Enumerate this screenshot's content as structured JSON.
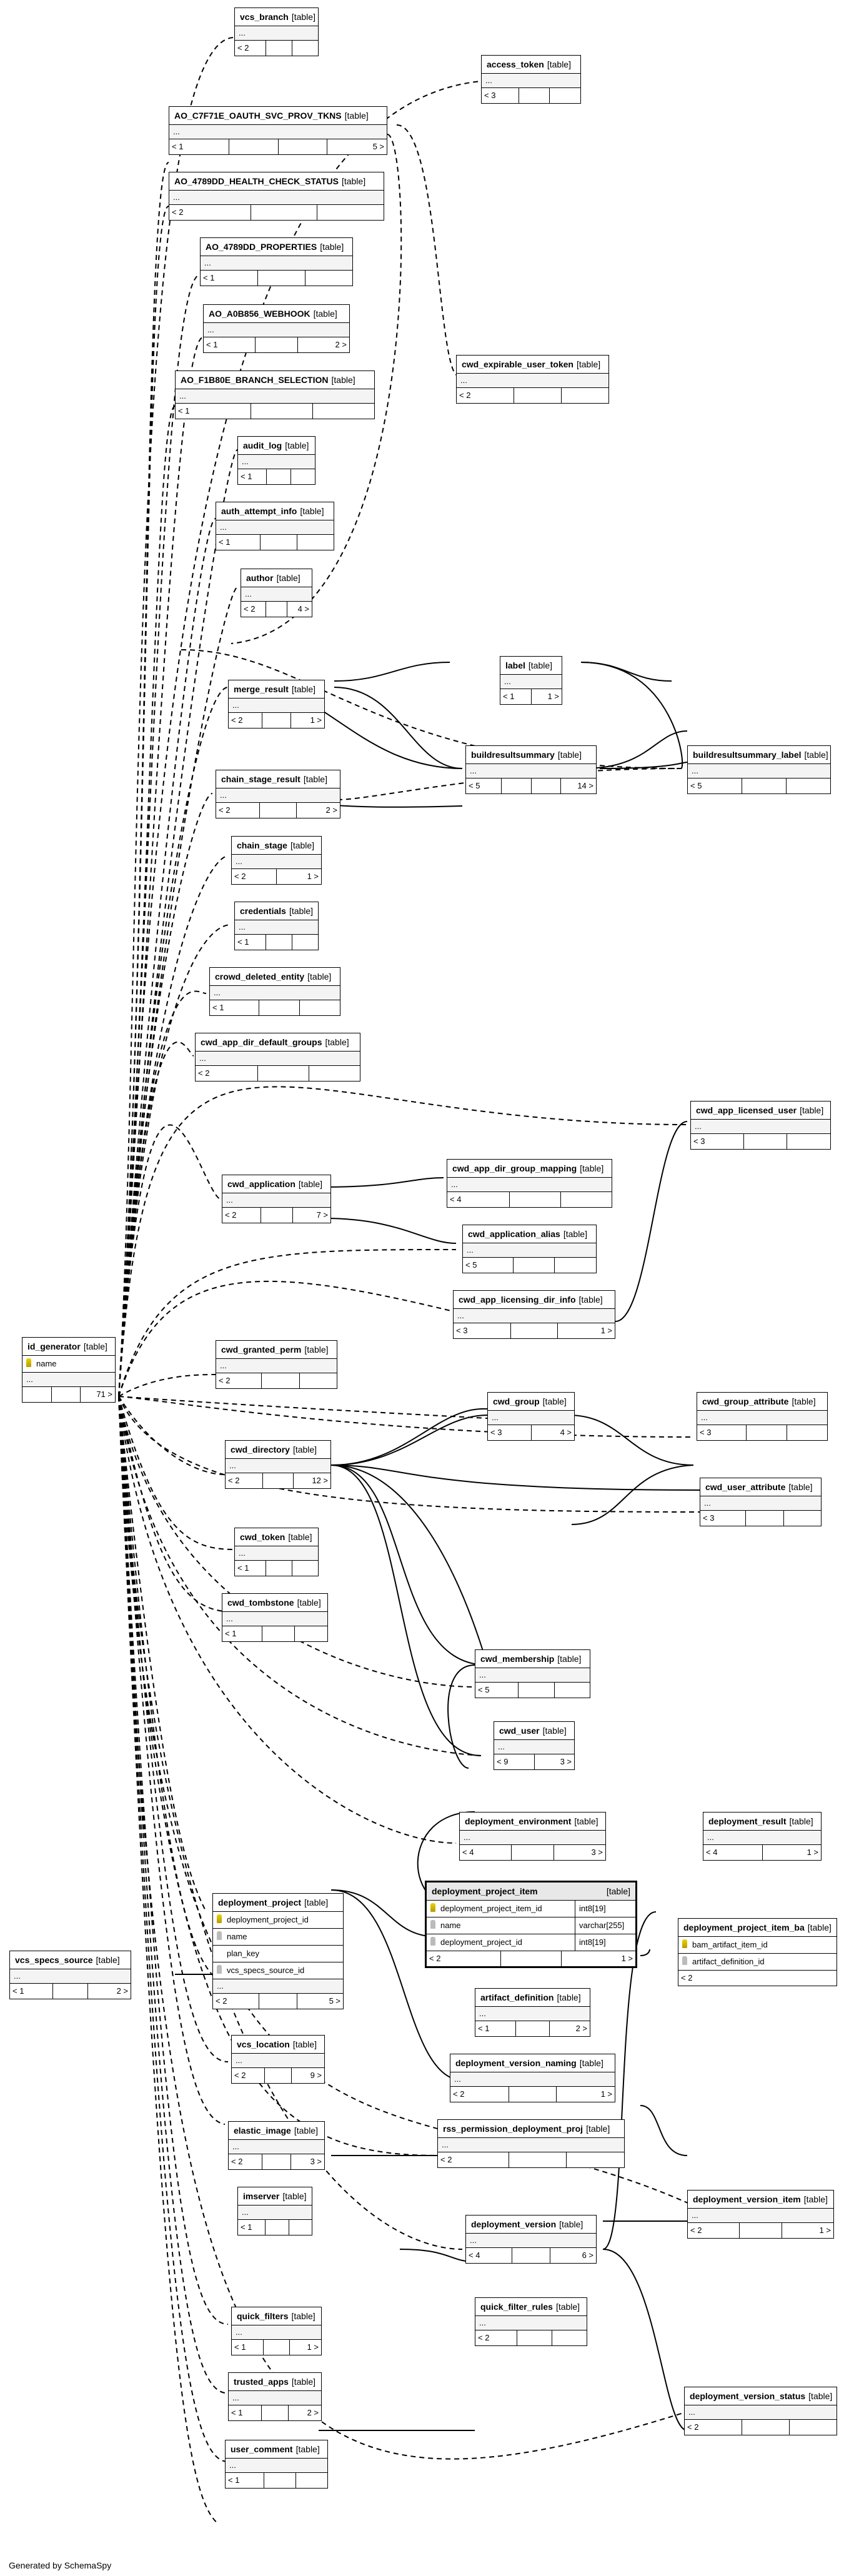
{
  "footer": "Generated by SchemaSpy",
  "kind_label": "[table]",
  "tables": [
    {
      "id": "vcs_branch",
      "name": "vcs_branch",
      "body": "...",
      "foot": [
        "< 2",
        "",
        ""
      ]
    },
    {
      "id": "access_token",
      "name": "access_token",
      "body": "...",
      "foot": [
        "< 3",
        "",
        ""
      ]
    },
    {
      "id": "ao_oauth",
      "name": "AO_C7F71E_OAUTH_SVC_PROV_TKNS",
      "body": "...",
      "foot": [
        "< 1",
        "",
        "",
        "5 >"
      ]
    },
    {
      "id": "ao_health",
      "name": "AO_4789DD_HEALTH_CHECK_STATUS",
      "body": "...",
      "foot": [
        "< 2",
        "",
        ""
      ]
    },
    {
      "id": "ao_props",
      "name": "AO_4789DD_PROPERTIES",
      "body": "...",
      "foot": [
        "< 1",
        "",
        ""
      ]
    },
    {
      "id": "ao_webhook",
      "name": "AO_A0B856_WEBHOOK",
      "body": "...",
      "foot": [
        "< 1",
        "",
        "2 >"
      ]
    },
    {
      "id": "ao_branch",
      "name": "AO_F1B80E_BRANCH_SELECTION",
      "body": "...",
      "foot": [
        "< 1",
        "",
        ""
      ]
    },
    {
      "id": "cwd_exp_token",
      "name": "cwd_expirable_user_token",
      "body": "...",
      "foot": [
        "< 2",
        "",
        ""
      ]
    },
    {
      "id": "audit_log",
      "name": "audit_log",
      "body": "...",
      "foot": [
        "< 1",
        "",
        ""
      ]
    },
    {
      "id": "auth_attempt",
      "name": "auth_attempt_info",
      "body": "...",
      "foot": [
        "< 1",
        "",
        ""
      ]
    },
    {
      "id": "author",
      "name": "author",
      "body": "...",
      "foot": [
        "< 2",
        "",
        "4 >"
      ]
    },
    {
      "id": "label",
      "name": "label",
      "body": "...",
      "foot": [
        "< 1",
        "1 >"
      ]
    },
    {
      "id": "merge_result",
      "name": "merge_result",
      "body": "...",
      "foot": [
        "< 2",
        "",
        "1 >"
      ]
    },
    {
      "id": "buildresultsummary",
      "name": "buildresultsummary",
      "body": "...",
      "foot": [
        "< 5",
        "",
        "",
        "14 >"
      ]
    },
    {
      "id": "brs_label",
      "name": "buildresultsummary_label",
      "body": "...",
      "foot": [
        "< 5",
        "",
        ""
      ]
    },
    {
      "id": "chain_stage_result",
      "name": "chain_stage_result",
      "body": "...",
      "foot": [
        "< 2",
        "",
        "2 >"
      ]
    },
    {
      "id": "chain_stage",
      "name": "chain_stage",
      "body": "...",
      "foot": [
        "< 2",
        "1 >"
      ]
    },
    {
      "id": "credentials",
      "name": "credentials",
      "body": "...",
      "foot": [
        "< 1",
        "",
        ""
      ]
    },
    {
      "id": "crowd_deleted",
      "name": "crowd_deleted_entity",
      "body": "...",
      "foot": [
        "< 1",
        "",
        ""
      ]
    },
    {
      "id": "cwd_app_dir_def",
      "name": "cwd_app_dir_default_groups",
      "body": "...",
      "foot": [
        "< 2",
        "",
        ""
      ]
    },
    {
      "id": "cwd_app_lic_user",
      "name": "cwd_app_licensed_user",
      "body": "...",
      "foot": [
        "< 3",
        "",
        ""
      ]
    },
    {
      "id": "cwd_app_dir_grp",
      "name": "cwd_app_dir_group_mapping",
      "body": "...",
      "foot": [
        "< 4",
        "",
        ""
      ]
    },
    {
      "id": "cwd_application",
      "name": "cwd_application",
      "body": "...",
      "foot": [
        "< 2",
        "",
        "7 >"
      ]
    },
    {
      "id": "cwd_app_alias",
      "name": "cwd_application_alias",
      "body": "...",
      "foot": [
        "< 5",
        "",
        ""
      ]
    },
    {
      "id": "cwd_app_lic_dir",
      "name": "cwd_app_licensing_dir_info",
      "body": "...",
      "foot": [
        "< 3",
        "",
        "1 >"
      ]
    },
    {
      "id": "cwd_granted_perm",
      "name": "cwd_granted_perm",
      "body": "...",
      "foot": [
        "< 2",
        "",
        ""
      ]
    },
    {
      "id": "cwd_group",
      "name": "cwd_group",
      "body": "...",
      "foot": [
        "< 3",
        "4 >"
      ]
    },
    {
      "id": "cwd_group_attr",
      "name": "cwd_group_attribute",
      "body": "...",
      "foot": [
        "< 3",
        "",
        ""
      ]
    },
    {
      "id": "cwd_directory",
      "name": "cwd_directory",
      "body": "...",
      "foot": [
        "< 2",
        "",
        "12 >"
      ]
    },
    {
      "id": "cwd_user_attr",
      "name": "cwd_user_attribute",
      "body": "...",
      "foot": [
        "< 3",
        "",
        ""
      ]
    },
    {
      "id": "cwd_token",
      "name": "cwd_token",
      "body": "...",
      "foot": [
        "< 1",
        "",
        ""
      ]
    },
    {
      "id": "cwd_tombstone",
      "name": "cwd_tombstone",
      "body": "...",
      "foot": [
        "< 1",
        "",
        ""
      ]
    },
    {
      "id": "cwd_membership",
      "name": "cwd_membership",
      "body": "...",
      "foot": [
        "< 5",
        "",
        ""
      ]
    },
    {
      "id": "cwd_user",
      "name": "cwd_user",
      "body": "...",
      "foot": [
        "< 9",
        "3 >"
      ]
    },
    {
      "id": "deploy_env",
      "name": "deployment_environment",
      "body": "...",
      "foot": [
        "< 4",
        "",
        "3 >"
      ]
    },
    {
      "id": "deploy_result",
      "name": "deployment_result",
      "body": "...",
      "foot": [
        "< 4",
        "1 >"
      ]
    },
    {
      "id": "artifact_def",
      "name": "artifact_definition",
      "body": "...",
      "foot": [
        "< 1",
        "",
        "2 >"
      ]
    },
    {
      "id": "vcs_location",
      "name": "vcs_location",
      "body": "...",
      "foot": [
        "< 2",
        "",
        "9 >"
      ]
    },
    {
      "id": "deploy_ver_naming",
      "name": "deployment_version_naming",
      "body": "...",
      "foot": [
        "< 2",
        "",
        "1 >"
      ]
    },
    {
      "id": "rss_perm",
      "name": "rss_permission_deployment_proj",
      "body": "...",
      "foot": [
        "< 2",
        "",
        ""
      ]
    },
    {
      "id": "elastic_image",
      "name": "elastic_image",
      "body": "...",
      "foot": [
        "< 2",
        "",
        "3 >"
      ]
    },
    {
      "id": "imserver",
      "name": "imserver",
      "body": "...",
      "foot": [
        "< 1",
        "",
        ""
      ]
    },
    {
      "id": "deploy_ver_item",
      "name": "deployment_version_item",
      "body": "...",
      "foot": [
        "< 2",
        "",
        "1 >"
      ]
    },
    {
      "id": "deploy_version",
      "name": "deployment_version",
      "body": "...",
      "foot": [
        "< 4",
        "",
        "6 >"
      ]
    },
    {
      "id": "quick_filters",
      "name": "quick_filters",
      "body": "...",
      "foot": [
        "< 1",
        "",
        "1 >"
      ]
    },
    {
      "id": "quick_filter_rules",
      "name": "quick_filter_rules",
      "body": "...",
      "foot": [
        "< 2",
        "",
        ""
      ]
    },
    {
      "id": "trusted_apps",
      "name": "trusted_apps",
      "body": "...",
      "foot": [
        "< 1",
        "",
        "2 >"
      ]
    },
    {
      "id": "deploy_ver_status",
      "name": "deployment_version_status",
      "body": "...",
      "foot": [
        "< 2",
        "",
        ""
      ]
    },
    {
      "id": "user_comment",
      "name": "user_comment",
      "body": "...",
      "foot": [
        "< 1",
        "",
        ""
      ]
    },
    {
      "id": "vcs_specs_source",
      "name": "vcs_specs_source",
      "body": "...",
      "foot": [
        "< 1",
        "",
        "2 >"
      ]
    }
  ],
  "id_generator": {
    "name": "id_generator",
    "col": "name",
    "body": "...",
    "foot": [
      "",
      "",
      "71 >"
    ]
  },
  "deployment_project": {
    "name": "deployment_project",
    "cols": [
      "deployment_project_id",
      "name",
      "plan_key",
      "vcs_specs_source_id"
    ],
    "body": "...",
    "foot": [
      "< 2",
      "",
      "5 >"
    ]
  },
  "deployment_project_item": {
    "name": "deployment_project_item",
    "rows": [
      {
        "col": "deployment_project_item_id",
        "type": "int8[19]"
      },
      {
        "col": "name",
        "type": "varchar[255]"
      },
      {
        "col": "deployment_project_id",
        "type": "int8[19]"
      }
    ],
    "foot": [
      "< 2",
      "",
      "1 >"
    ]
  },
  "deployment_project_item_ba": {
    "name": "deployment_project_item_ba",
    "cols": [
      "bam_artifact_item_id",
      "artifact_definition_id"
    ],
    "foot": [
      "< 2"
    ]
  }
}
